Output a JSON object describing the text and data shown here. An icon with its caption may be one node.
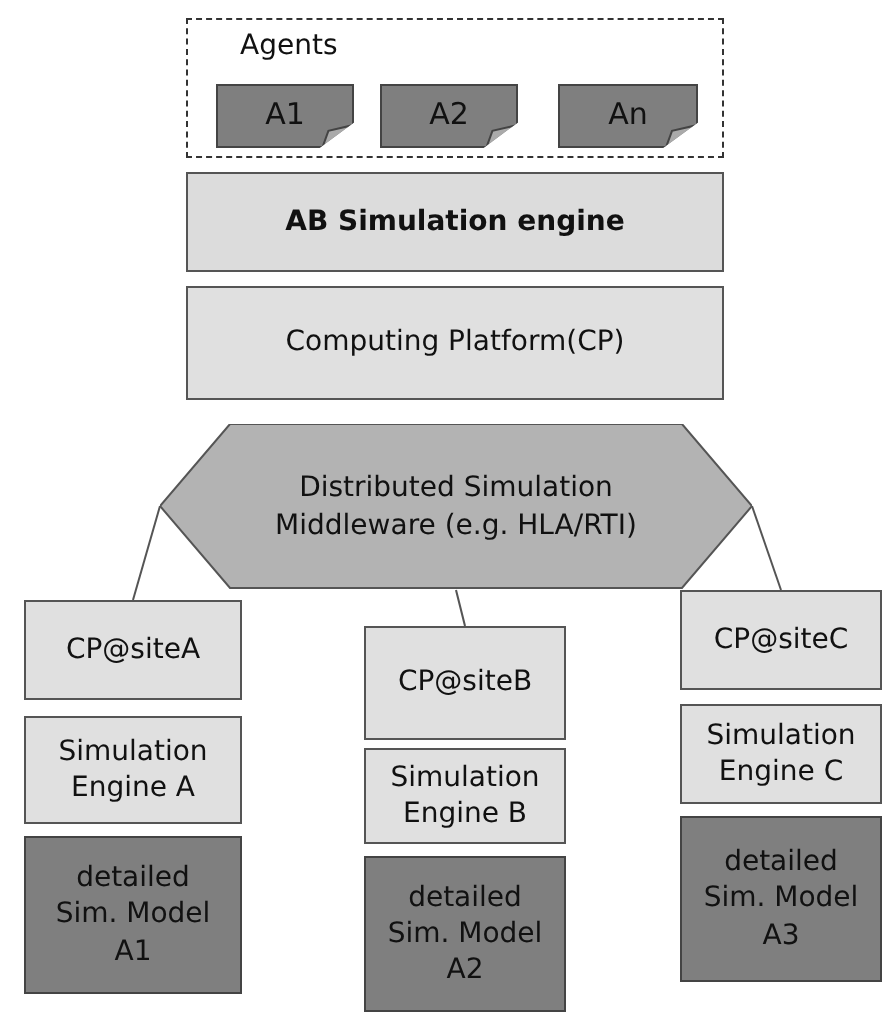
{
  "diagram": {
    "nodes": [
      {
        "text": [
          "Agents"
        ]
      },
      {
        "text": [
          "A1"
        ],
        "in": 0
      },
      {
        "text": [
          "A2"
        ],
        "in": 0
      },
      {
        "text": [
          "An"
        ],
        "in": 0
      },
      {
        "text": [
          "AB Simulation engine"
        ]
      },
      {
        "text": [
          "Computing Platform(CP)"
        ]
      },
      {
        "text": [
          "Distributed Simulation Middleware (e.g. HLA/RTI)"
        ]
      },
      {
        "text": [
          "CP@siteA"
        ]
      },
      {
        "text": [
          "Simulation Engine A"
        ]
      },
      {
        "text": [
          "detailed Sim. Model A1"
        ]
      },
      {
        "text": [
          "CP@siteB"
        ]
      },
      {
        "text": [
          "Simulation Engine B"
        ]
      },
      {
        "text": [
          "detailed Sim. Model A2"
        ]
      },
      {
        "text": [
          "CP@siteC"
        ]
      },
      {
        "text": [
          "Simulation Engine C"
        ]
      },
      {
        "text": [
          "detailed Sim. Model A3"
        ]
      }
    ],
    "edges": [
      {
        "from": 6,
        "to": 7,
        "arrow": "none"
      },
      {
        "from": 6,
        "to": 10,
        "arrow": "none"
      },
      {
        "from": 6,
        "to": 13,
        "arrow": "none"
      }
    ]
  }
}
